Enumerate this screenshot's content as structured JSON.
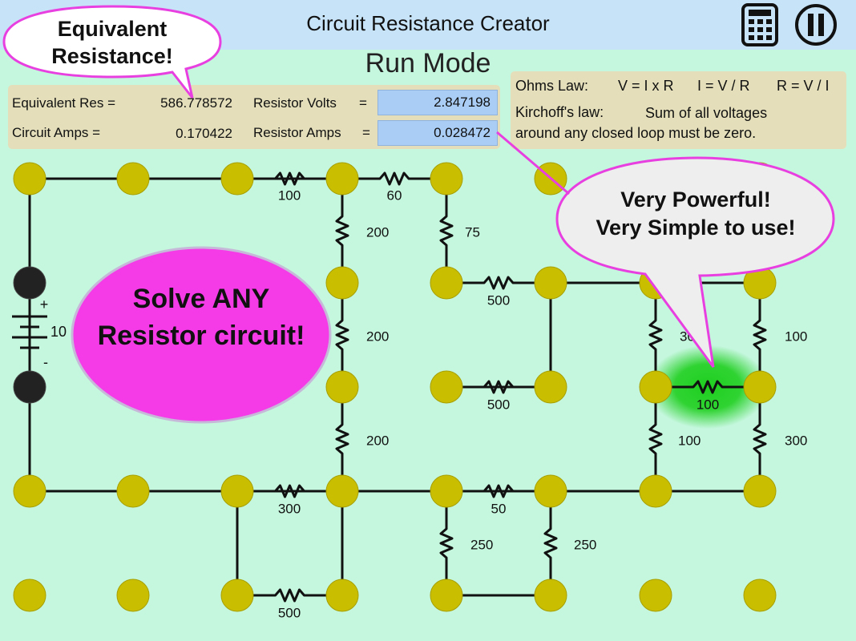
{
  "app": {
    "title": "Circuit Resistance Creator",
    "mode": "Run Mode"
  },
  "toolbar": {
    "calculator_icon": "calculator-icon",
    "pause_icon": "pause-icon"
  },
  "results": {
    "equiv_res_label": "Equivalent Res =",
    "equiv_res_value": "586.778572",
    "circuit_amps_label": "Circuit Amps =",
    "circuit_amps_value": "0.170422",
    "resistor_volts_label": "Resistor Volts",
    "resistor_volts_eq": "=",
    "resistor_volts_value": "2.847198",
    "resistor_amps_label": "Resistor Amps",
    "resistor_amps_eq": "=",
    "resistor_amps_value": "0.028472"
  },
  "laws": {
    "ohms_label": "Ohms Law:",
    "ohms_1": "V = I x R",
    "ohms_2": "I = V / R",
    "ohms_3": "R = V / I",
    "kirchoff_label": "Kirchoff's law:",
    "kirchoff_1": "Sum of all voltages",
    "kirchoff_2": "around any closed loop must be zero."
  },
  "callouts": {
    "equiv_line1": "Equivalent",
    "equiv_line2": "Resistance!",
    "powerful_line1": "Very Powerful!",
    "powerful_line2": "Very Simple to use!",
    "solve_line1": "Solve ANY",
    "solve_line2": "Resistor circuit!"
  },
  "battery": {
    "value": "10",
    "plus": "+",
    "minus": "-"
  },
  "resistors": [
    {
      "id": "r1",
      "value": "100"
    },
    {
      "id": "r2",
      "value": "60"
    },
    {
      "id": "r3",
      "value": "200"
    },
    {
      "id": "r4",
      "value": "75"
    },
    {
      "id": "r5",
      "value": "500"
    },
    {
      "id": "r6",
      "value": "200"
    },
    {
      "id": "r7",
      "value": "300"
    },
    {
      "id": "r8",
      "value": "100"
    },
    {
      "id": "r9",
      "value": "500"
    },
    {
      "id": "r10",
      "value": "100",
      "selected": true
    },
    {
      "id": "r11",
      "value": "200"
    },
    {
      "id": "r12",
      "value": "100"
    },
    {
      "id": "r13",
      "value": "300"
    },
    {
      "id": "r14",
      "value": "300"
    },
    {
      "id": "r15",
      "value": "50"
    },
    {
      "id": "r16",
      "value": "250"
    },
    {
      "id": "r17",
      "value": "250"
    },
    {
      "id": "r18",
      "value": "500"
    }
  ],
  "colors": {
    "background": "#c4f7dd",
    "topbar": "#c7e3f7",
    "node": "#c9bf00",
    "battery_node": "#222222",
    "callout_border": "#e83fe0",
    "solve_fill": "#f53ae8",
    "selected_glow": "#1fcf1f",
    "value_box": "#a9cdf5",
    "panel": "#e4dfba"
  }
}
